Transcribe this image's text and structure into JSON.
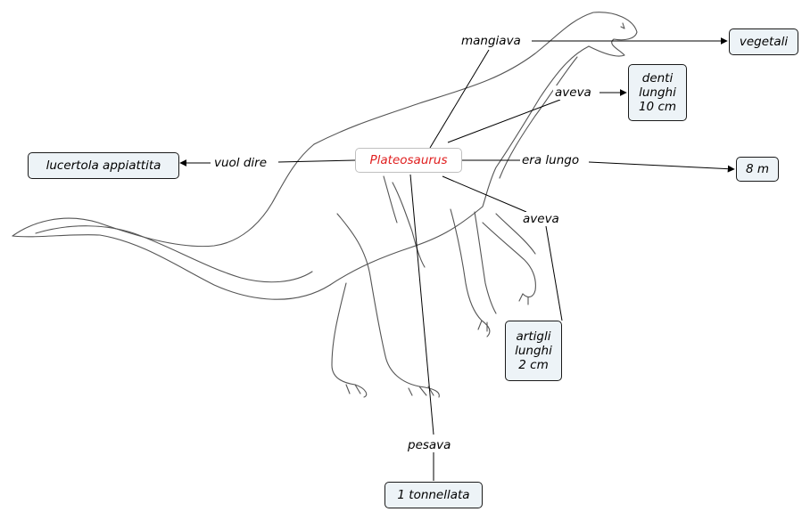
{
  "concepts": {
    "main": "Plateosaurus",
    "lucertola": "lucertola appiattita",
    "vegetali": "vegetali",
    "denti": "denti\nlunghi\n10 cm",
    "lungo": "8 m",
    "artigli": "artigli\nlunghi\n2 cm",
    "tonnellata": "1 tonnellata"
  },
  "links": {
    "vuol_dire": "vuol dire",
    "mangiava": "mangiava",
    "aveva_denti": "aveva",
    "era_lungo": "era lungo",
    "aveva_artigli": "aveva",
    "pesava": "pesava"
  },
  "colors": {
    "main_text": "#e02020",
    "node_fill": "#edf3f7",
    "line": "#000000"
  }
}
